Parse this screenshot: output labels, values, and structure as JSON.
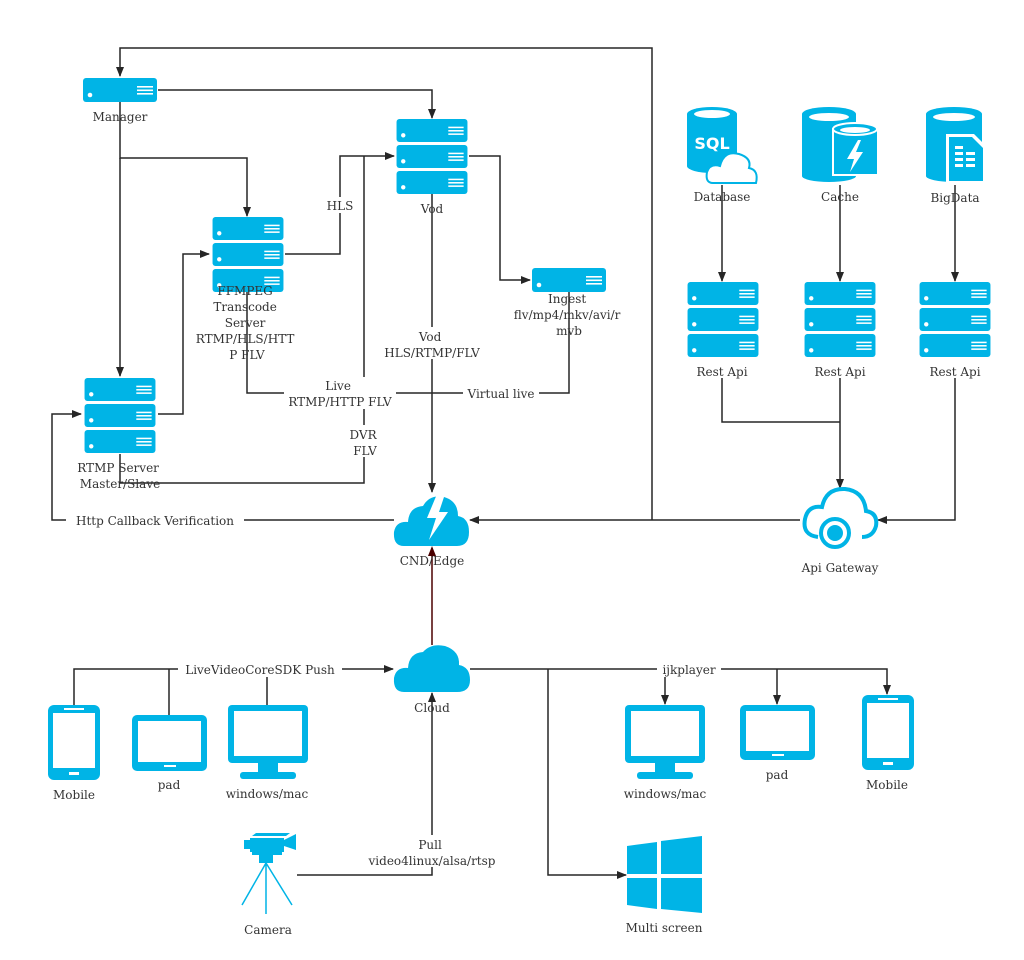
{
  "colors": {
    "accent": "#00b4e6",
    "line": "#262626",
    "text": "#333333"
  },
  "nodes": {
    "manager": "Manager",
    "vod": "Vod",
    "ffmpeg": [
      "FFMPEG",
      "Transcode",
      "Server",
      "RTMP/HLS/HTT",
      "P FLV"
    ],
    "ingest": [
      "Ingest",
      "flv/mp4/mkv/avi/r",
      "mvb"
    ],
    "rtmp_server": [
      "RTMP Server",
      "Master/Slave"
    ],
    "database": "Database",
    "cache": "Cache",
    "bigdata": "BigData",
    "rest_api_1": "Rest Api",
    "rest_api_2": "Rest Api",
    "rest_api_3": "Rest Api",
    "cdn_edge": "CND/Edge",
    "api_gateway": "Api Gateway",
    "cloud": "Cloud",
    "mobile_left": "Mobile",
    "pad_left": "pad",
    "windows_left": "windows/mac",
    "camera": "Camera",
    "windows_right": "windows/mac",
    "pad_right": "pad",
    "mobile_right": "Mobile",
    "multi_screen": "Multi screen"
  },
  "edge_labels": {
    "hls": "HLS",
    "vod_protocols": [
      "Vod",
      "HLS/RTMP/FLV"
    ],
    "live": [
      "Live",
      "RTMP/HTTP FLV"
    ],
    "virtual_live": "Virtual live",
    "dvr": [
      "DVR",
      "FLV"
    ],
    "http_callback": "Http Callback Verification",
    "push": "LiveVideoCoreSDK Push",
    "ijkplayer": "ijkplayer",
    "pull": [
      "Pull",
      "video4linux/alsa/rtsp"
    ]
  }
}
